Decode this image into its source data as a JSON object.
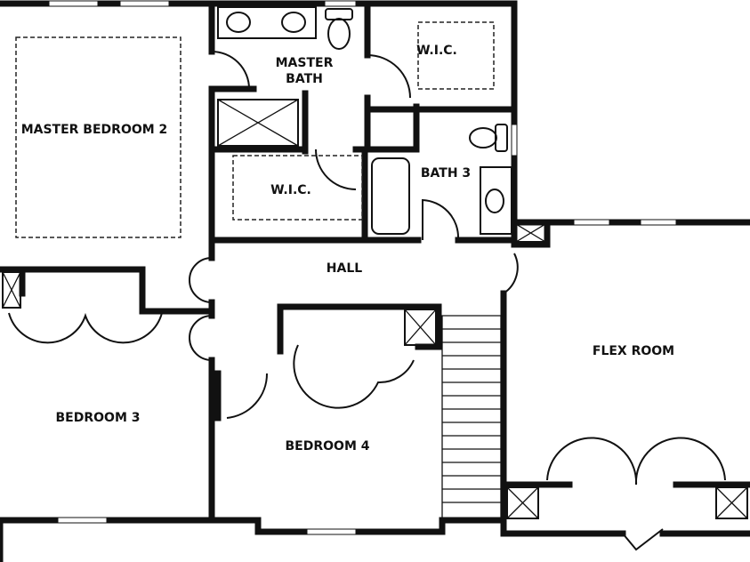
{
  "floor_plan": {
    "rooms": {
      "master_bedroom_2": "MASTER BEDROOM 2",
      "master_bath_line1": "MASTER",
      "master_bath_line2": "BATH",
      "wic_upper": "W.I.C.",
      "wic_lower": "W.I.C.",
      "bath_3": "BATH 3",
      "hall": "HALL",
      "flex_room": "FLEX ROOM",
      "bedroom_3": "BEDROOM 3",
      "bedroom_4": "BEDROOM 4"
    },
    "colors": {
      "walls": "#111111",
      "background": "#ffffff"
    }
  }
}
